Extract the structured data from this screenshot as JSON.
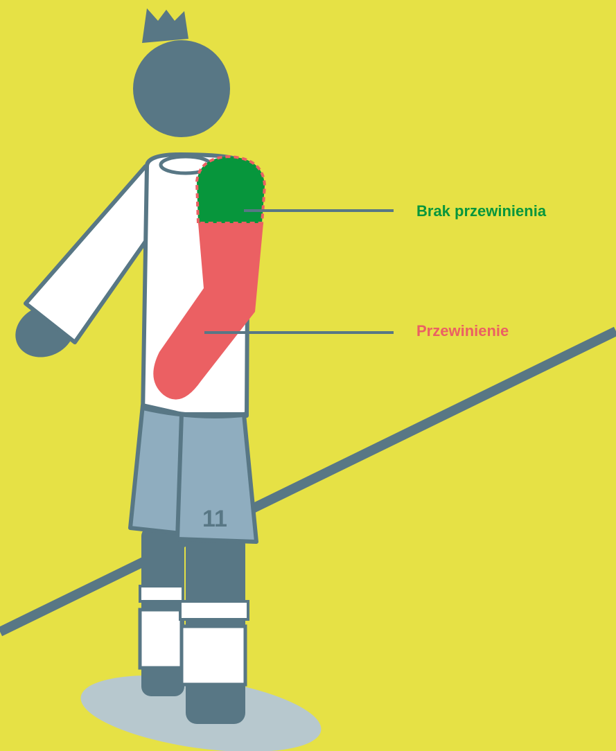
{
  "labels": {
    "no_offence": "Brak przewinienia",
    "offence": "Przewinienie"
  },
  "shirt_number": "11",
  "colors": {
    "background": "#e6e145",
    "figure": "#587785",
    "shirt": "#ffffff",
    "shorts": "#8fadbf",
    "shadow": "#b7c8ce",
    "no_offence_zone": "#07963c",
    "offence_zone": "#eb6063"
  }
}
